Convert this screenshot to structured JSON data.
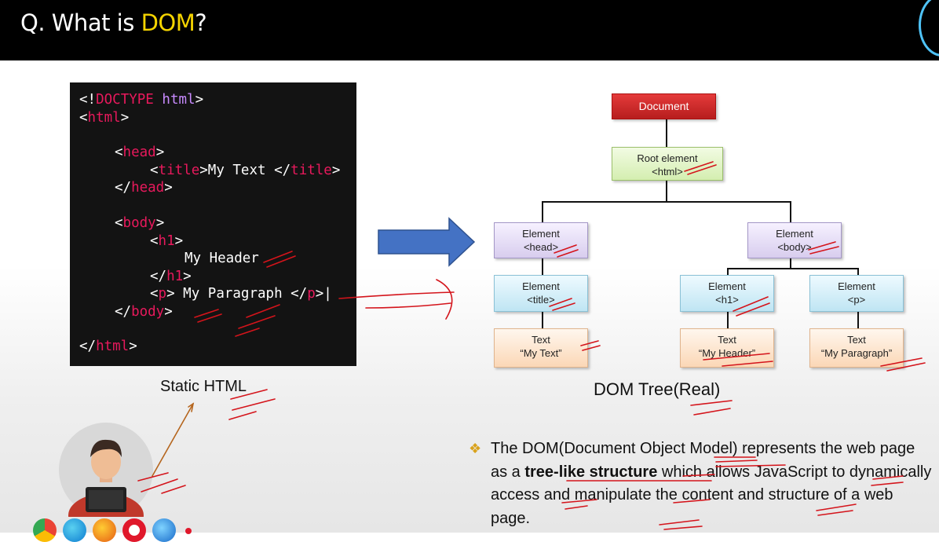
{
  "header": {
    "title_prefix": "Q. What is ",
    "title_accent": "DOM",
    "title_suffix": "?"
  },
  "code": {
    "doctype_open": "<!",
    "doctype_kw": "DOCTYPE",
    "doctype_attr": "html",
    "html_tag": "html",
    "head_tag": "head",
    "title_tag": "title",
    "title_text": "My Text ",
    "body_tag": "body",
    "h1_tag": "h1",
    "h1_text": "My Header",
    "p_tag": "p",
    "p_text": "My Paragraph "
  },
  "captions": {
    "left": "Static HTML",
    "right": "DOM Tree(Real)"
  },
  "tree": {
    "document": "Document",
    "root": {
      "line1": "Root element",
      "line2": "<html>"
    },
    "head": {
      "line1": "Element",
      "line2": "<head>"
    },
    "body": {
      "line1": "Element",
      "line2": "<body>"
    },
    "title": {
      "line1": "Element",
      "line2": "<title>"
    },
    "h1": {
      "line1": "Element",
      "line2": "<h1>"
    },
    "p": {
      "line1": "Element",
      "line2": "<p>"
    },
    "text_title": {
      "line1": "Text",
      "line2": "“My Text”"
    },
    "text_h1": {
      "line1": "Text",
      "line2": "“My Header”"
    },
    "text_p": {
      "line1": "Text",
      "line2": "“My Paragraph”"
    }
  },
  "description": {
    "part1": "The DOM(Document Object Model) represents the web page as a ",
    "bold": "tree-like structure",
    "part2": " which allows JavaScript to dynamically access and manipulate the content and structure of a web page."
  },
  "colors": {
    "accent": "#f5d400",
    "code_tag": "#e8195c",
    "code_attr": "#c98bff",
    "arrow": "#4472c4",
    "annotation": "#d4141b"
  },
  "icons": [
    "react-logo-icon",
    "arrow-right-icon",
    "diamond-bullet-icon",
    "presenter-avatar-icon",
    "chrome-icon",
    "edge-icon",
    "firefox-icon",
    "opera-icon",
    "safari-icon"
  ]
}
